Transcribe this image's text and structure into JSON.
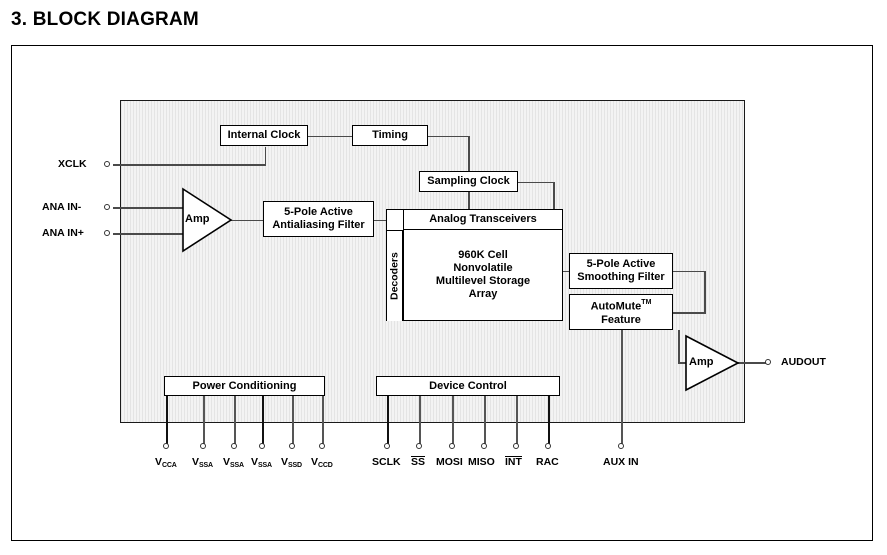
{
  "page": {
    "title": "3. BLOCK DIAGRAM"
  },
  "diagram": {
    "type": "block-diagram",
    "chip_region_label": "",
    "blocks": [
      {
        "id": "internal-clock",
        "label": "Internal Clock"
      },
      {
        "id": "timing",
        "label": "Timing"
      },
      {
        "id": "sampling-clock",
        "label": "Sampling Clock"
      },
      {
        "id": "antialiasing-filter",
        "label": "5-Pole Active\nAntialiasing Filter",
        "line1": "5-Pole Active",
        "line2": "Antialiasing Filter"
      },
      {
        "id": "analog-transceivers",
        "label": "Analog Transceivers"
      },
      {
        "id": "decoders",
        "label": "Decoders"
      },
      {
        "id": "storage-array",
        "line1": "960K Cell",
        "line2": "Nonvolatile",
        "line3": "Multilevel Storage",
        "line4": "Array"
      },
      {
        "id": "smoothing-filter",
        "line1": "5-Pole Active",
        "line2": "Smoothing Filter"
      },
      {
        "id": "automute",
        "line1": "AutoMute",
        "trademark": "TM",
        "line2": "Feature"
      },
      {
        "id": "power-conditioning",
        "label": "Power Conditioning"
      },
      {
        "id": "device-control",
        "label": "Device Control"
      }
    ],
    "amplifiers": [
      {
        "id": "input-amp",
        "label": "Amp"
      },
      {
        "id": "output-amp",
        "label": "Amp"
      }
    ],
    "left_pins": [
      {
        "id": "xclk",
        "label": "XCLK",
        "overbar": false
      },
      {
        "id": "ana-in-minus",
        "label": "ANA IN-",
        "overbar": false
      },
      {
        "id": "ana-in-plus",
        "label": "ANA IN+",
        "overbar": false
      }
    ],
    "right_pins": [
      {
        "id": "audout",
        "label": "AUDOUT",
        "overbar": false
      }
    ],
    "power_pins": [
      {
        "id": "vcca",
        "base": "V",
        "sub": "CCA",
        "overbar": false
      },
      {
        "id": "vssa1",
        "base": "V",
        "sub": "SSA",
        "overbar": false
      },
      {
        "id": "vssa2",
        "base": "V",
        "sub": "SSA",
        "overbar": false
      },
      {
        "id": "vssa3",
        "base": "V",
        "sub": "SSA",
        "overbar": false
      },
      {
        "id": "vssd",
        "base": "V",
        "sub": "SSD",
        "overbar": false
      },
      {
        "id": "vccd",
        "base": "V",
        "sub": "CCD",
        "overbar": false
      }
    ],
    "control_pins": [
      {
        "id": "sclk",
        "label": "SCLK",
        "overbar": false
      },
      {
        "id": "ss",
        "label": "SS",
        "overbar": true
      },
      {
        "id": "mosi",
        "label": "MOSI",
        "overbar": false
      },
      {
        "id": "miso",
        "label": "MISO",
        "overbar": false
      },
      {
        "id": "int",
        "label": "INT",
        "overbar": true
      },
      {
        "id": "rac",
        "label": "RAC",
        "overbar": false
      }
    ],
    "aux_pins": [
      {
        "id": "aux-in",
        "label": "AUX IN",
        "overbar": false
      }
    ]
  }
}
